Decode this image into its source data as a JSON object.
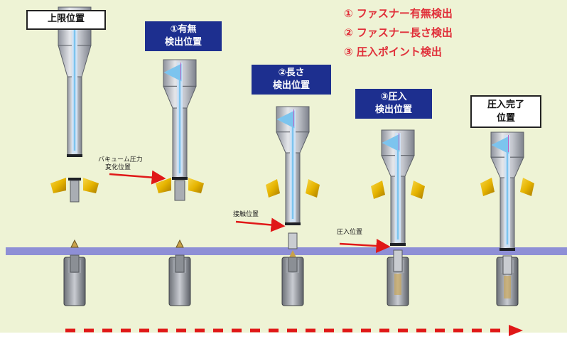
{
  "colors": {
    "background": "#eef3d5",
    "plate": "#8e8fd6",
    "label_blue": "#1d2f8f",
    "legend_red": "#e0303a",
    "arrow_red": "#e01818",
    "nozzle_gray": "#b9bcc4",
    "bore_blue": "#cfe2f5",
    "jaw_yellow": "#e6b400",
    "fastener_gold": "#c9a24a"
  },
  "labels": {
    "upper_limit": "上限位置",
    "detect1": [
      "①有無",
      "検出位置"
    ],
    "detect2": [
      "②長さ",
      "検出位置"
    ],
    "detect3": [
      "③圧入",
      "検出位置"
    ],
    "complete": [
      "圧入完了",
      "位置"
    ]
  },
  "legend": [
    "① ファスナー有無検出",
    "② ファスナー長さ検出",
    "③ 圧入ポイント検出"
  ],
  "annotations": {
    "vacuum_change": [
      "バキューム圧力",
      "変化位置"
    ],
    "contact": "接触位置",
    "press_in": "圧入位置"
  },
  "icons": {
    "nozzle": "press-fit-nozzle-icon",
    "jaw": "guide-jaw-icon",
    "fastener": "fastener-icon",
    "pointer": "red-arrow-icon",
    "flow": "dashed-flow-arrow-icon"
  }
}
